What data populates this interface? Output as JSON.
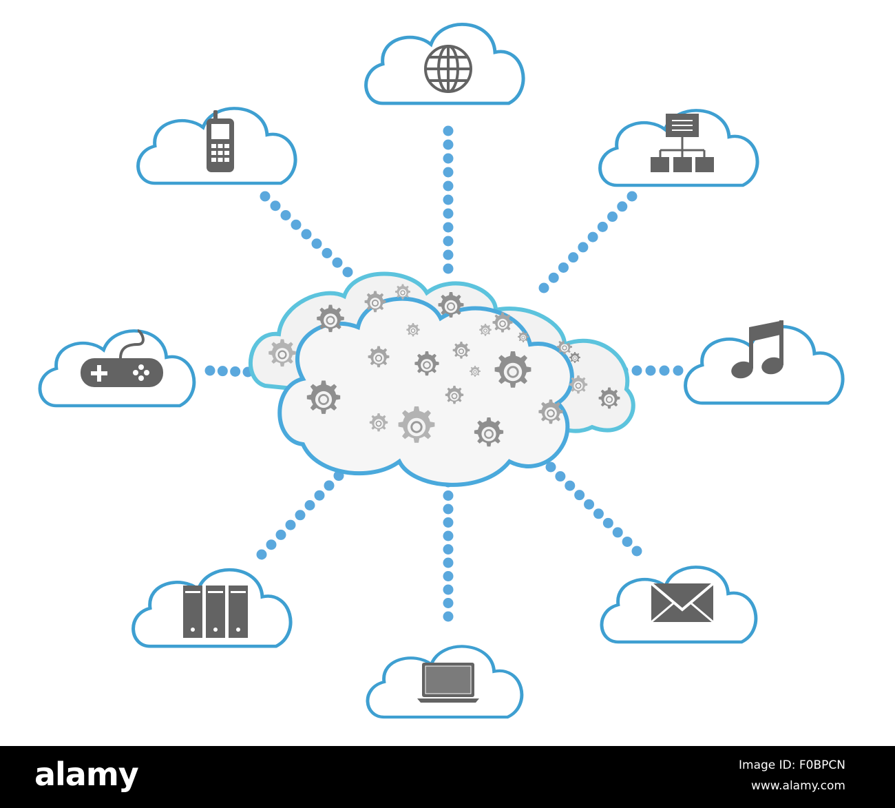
{
  "colors": {
    "cloud_outline": "#3e9fd1",
    "central_outline": "#4aa9dc",
    "central_outline_back": "#5cc3dd",
    "connector_dots": "#5aa8dd",
    "icon_fill": "#636363",
    "gear_fill": "#9a9a9a",
    "background": "#ffffff",
    "watermark_bar": "#000000"
  },
  "hub": {
    "icon": "gears-icon"
  },
  "nodes": [
    {
      "id": "globe",
      "icon": "globe-icon"
    },
    {
      "id": "mobile-phone",
      "icon": "mobile-phone-icon"
    },
    {
      "id": "network",
      "icon": "network-hierarchy-icon"
    },
    {
      "id": "game-controller",
      "icon": "game-controller-icon"
    },
    {
      "id": "music",
      "icon": "music-note-icon"
    },
    {
      "id": "servers",
      "icon": "server-rack-icon"
    },
    {
      "id": "laptop",
      "icon": "laptop-icon"
    },
    {
      "id": "mail",
      "icon": "envelope-icon"
    }
  ],
  "watermark": {
    "brand": "alamy",
    "image_id": "Image ID: F0BPCN",
    "url": "www.alamy.com"
  }
}
